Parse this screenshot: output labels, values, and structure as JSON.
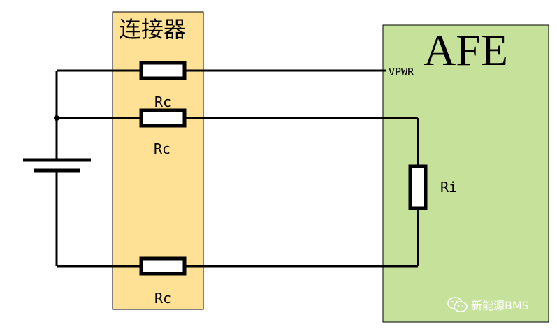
{
  "connector": {
    "title": "连接器"
  },
  "afe": {
    "title": "AFE",
    "pin_label": "VPWR"
  },
  "resistors": {
    "rc_top": "Rc",
    "rc_middle": "Rc",
    "rc_bottom": "Rc",
    "ri": "Ri"
  },
  "watermark": {
    "text": "新能源BMS",
    "icon": "wechat-icon"
  },
  "colors": {
    "connector_fill": "#FEE194",
    "afe_fill": "#C5E19A",
    "wire": "#000000"
  }
}
